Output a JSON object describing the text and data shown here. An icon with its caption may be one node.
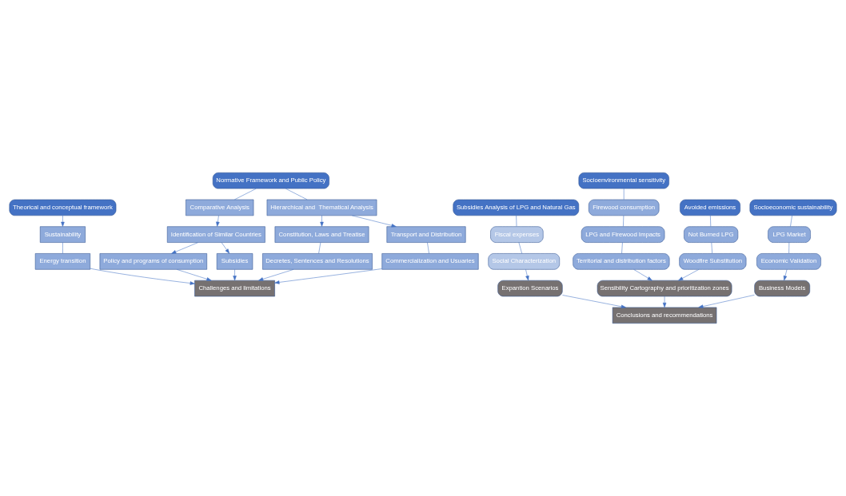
{
  "diagram": {
    "nodes": [
      {
        "text": [
          "Theorical and conceptual framework"
        ]
      },
      {
        "text": [
          "Sustainability"
        ]
      },
      {
        "text": [
          "Energy transition"
        ]
      },
      {
        "text": [
          "Normative Framework and Public Policy"
        ]
      },
      {
        "text": [
          "Comparative Analysis"
        ]
      },
      {
        "text": [
          "Hierarchical and  Thematical Analysis"
        ]
      },
      {
        "text": [
          "Identification of Similar Countries"
        ]
      },
      {
        "text": [
          "Constitution, Laws and Treatise"
        ]
      },
      {
        "text": [
          "Transport and Distribution"
        ]
      },
      {
        "text": [
          "Policy and programs of consumption"
        ]
      },
      {
        "text": [
          "Subsidies"
        ]
      },
      {
        "text": [
          "Decretes, Sentences and Resolutions"
        ]
      },
      {
        "text": [
          "Commercialization and Usuaries"
        ]
      },
      {
        "text": [
          "Challenges and limitations"
        ]
      },
      {
        "text": [
          "Subsidies Analysis of LPG and Natural Gas"
        ]
      },
      {
        "text": [
          "Fiscal expenses"
        ]
      },
      {
        "text": [
          "Social Characterization"
        ]
      },
      {
        "text": [
          "Expantion Scenarios"
        ]
      },
      {
        "text": [
          "Socioenvironmental sensitivity"
        ]
      },
      {
        "text": [
          "Firewood consumption"
        ]
      },
      {
        "text": [
          "LPG and Firewood Impacts"
        ]
      },
      {
        "text": [
          "Territorial and distribution factors"
        ]
      },
      {
        "text": [
          "Avoided emissions"
        ]
      },
      {
        "text": [
          "Not Burned LPG"
        ]
      },
      {
        "text": [
          "Woodfire Substitution"
        ]
      },
      {
        "text": [
          "Sensibility Cartography and prioritization zones"
        ]
      },
      {
        "text": [
          "Socioeconomic sustainability"
        ]
      },
      {
        "text": [
          "LPG Market"
        ]
      },
      {
        "text": [
          "Economic Validation"
        ]
      },
      {
        "text": [
          "Business Models"
        ]
      },
      {
        "text": [
          "Conclusions and recommendations"
        ]
      }
    ],
    "edges": [
      {
        "from": 0,
        "to": 1,
        "arrow": "to"
      },
      {
        "from": 1,
        "to": 2,
        "arrow": "none"
      },
      {
        "from": 2,
        "to": 13,
        "arrow": "to"
      },
      {
        "from": 3,
        "to": 4,
        "arrow": "none"
      },
      {
        "from": 3,
        "to": 5,
        "arrow": "none"
      },
      {
        "from": 4,
        "to": 6,
        "arrow": "to"
      },
      {
        "from": 6,
        "to": 9,
        "arrow": "to"
      },
      {
        "from": 6,
        "to": 10,
        "arrow": "to"
      },
      {
        "from": 5,
        "to": 7,
        "arrow": "to"
      },
      {
        "from": 5,
        "to": 8,
        "arrow": "to"
      },
      {
        "from": 7,
        "to": 11,
        "arrow": "none"
      },
      {
        "from": 8,
        "to": 12,
        "arrow": "none"
      },
      {
        "from": 9,
        "to": 13,
        "arrow": "to"
      },
      {
        "from": 10,
        "to": 13,
        "arrow": "to"
      },
      {
        "from": 11,
        "to": 13,
        "arrow": "to"
      },
      {
        "from": 12,
        "to": 13,
        "arrow": "to"
      },
      {
        "from": 14,
        "to": 15,
        "arrow": "none"
      },
      {
        "from": 15,
        "to": 16,
        "arrow": "none"
      },
      {
        "from": 16,
        "to": 17,
        "arrow": "to"
      },
      {
        "from": 17,
        "to": 30,
        "arrow": "to"
      },
      {
        "from": 18,
        "to": 19,
        "arrow": "none"
      },
      {
        "from": 19,
        "to": 20,
        "arrow": "none"
      },
      {
        "from": 20,
        "to": 21,
        "arrow": "none"
      },
      {
        "from": 21,
        "to": 25,
        "arrow": "to"
      },
      {
        "from": 22,
        "to": 23,
        "arrow": "none"
      },
      {
        "from": 23,
        "to": 24,
        "arrow": "none"
      },
      {
        "from": 24,
        "to": 25,
        "arrow": "to"
      },
      {
        "from": 25,
        "to": 30,
        "arrow": "to"
      },
      {
        "from": 26,
        "to": 27,
        "arrow": "none"
      },
      {
        "from": 27,
        "to": 28,
        "arrow": "none"
      },
      {
        "from": 28,
        "to": 29,
        "arrow": "to"
      },
      {
        "from": 29,
        "to": 30,
        "arrow": "to"
      }
    ]
  }
}
